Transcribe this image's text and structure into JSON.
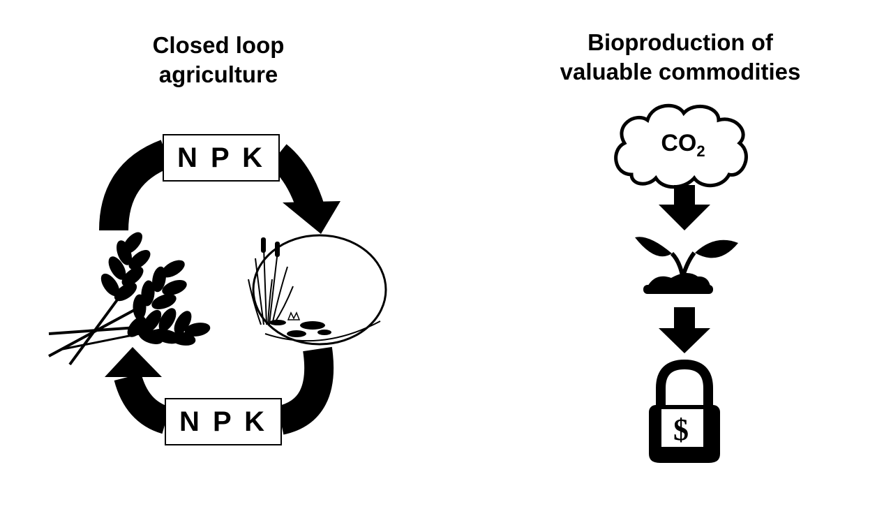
{
  "left_panel": {
    "title_line1": "Closed loop",
    "title_line2": "agriculture",
    "npk_top": "N P K",
    "npk_bottom": "N P K",
    "icons": [
      "wheat-icon",
      "pond-icon"
    ]
  },
  "right_panel": {
    "title_line1": "Bioproduction of",
    "title_line2": "valuable commodities",
    "cloud_label_main": "CO",
    "cloud_label_sub": "2",
    "lock_symbol": "$",
    "icons": [
      "cloud-icon",
      "arrow-down-icon",
      "sprout-icon",
      "arrow-down-icon",
      "padlock-icon"
    ]
  },
  "colors": {
    "ink": "#000000",
    "background": "#ffffff"
  }
}
